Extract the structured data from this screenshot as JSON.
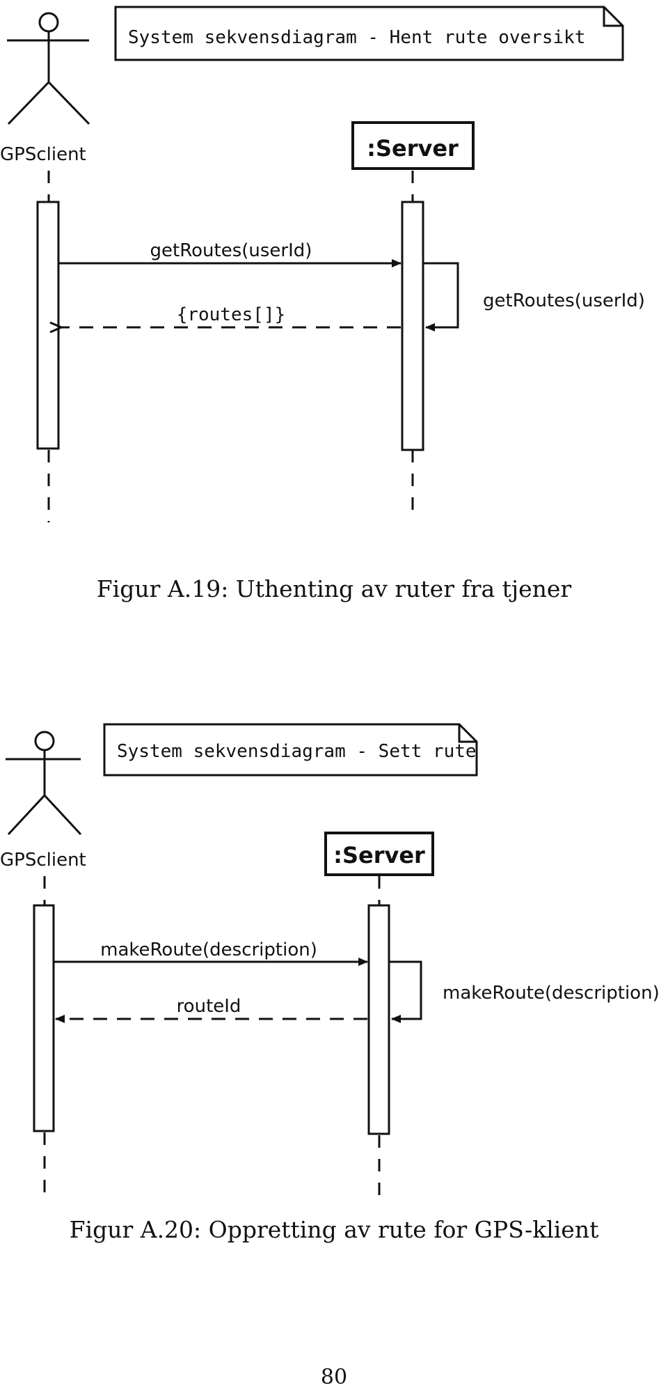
{
  "figures": [
    {
      "note": "System sekvensdiagram - Hent rute oversikt",
      "actor": "GPSclient",
      "server": ":Server",
      "call": "getRoutes(userId)",
      "self_call": "getRoutes(userId)",
      "return": "{routes[]}",
      "caption": "Figur A.19: Uthenting av ruter fra tjener"
    },
    {
      "note": "System sekvensdiagram - Sett rute",
      "actor": "GPSclient",
      "server": ":Server",
      "call": "makeRoute(description)",
      "self_call": "makeRoute(description)",
      "return": "routeId",
      "caption": "Figur A.20: Oppretting av rute for GPS-klient"
    }
  ],
  "page_number": "80"
}
